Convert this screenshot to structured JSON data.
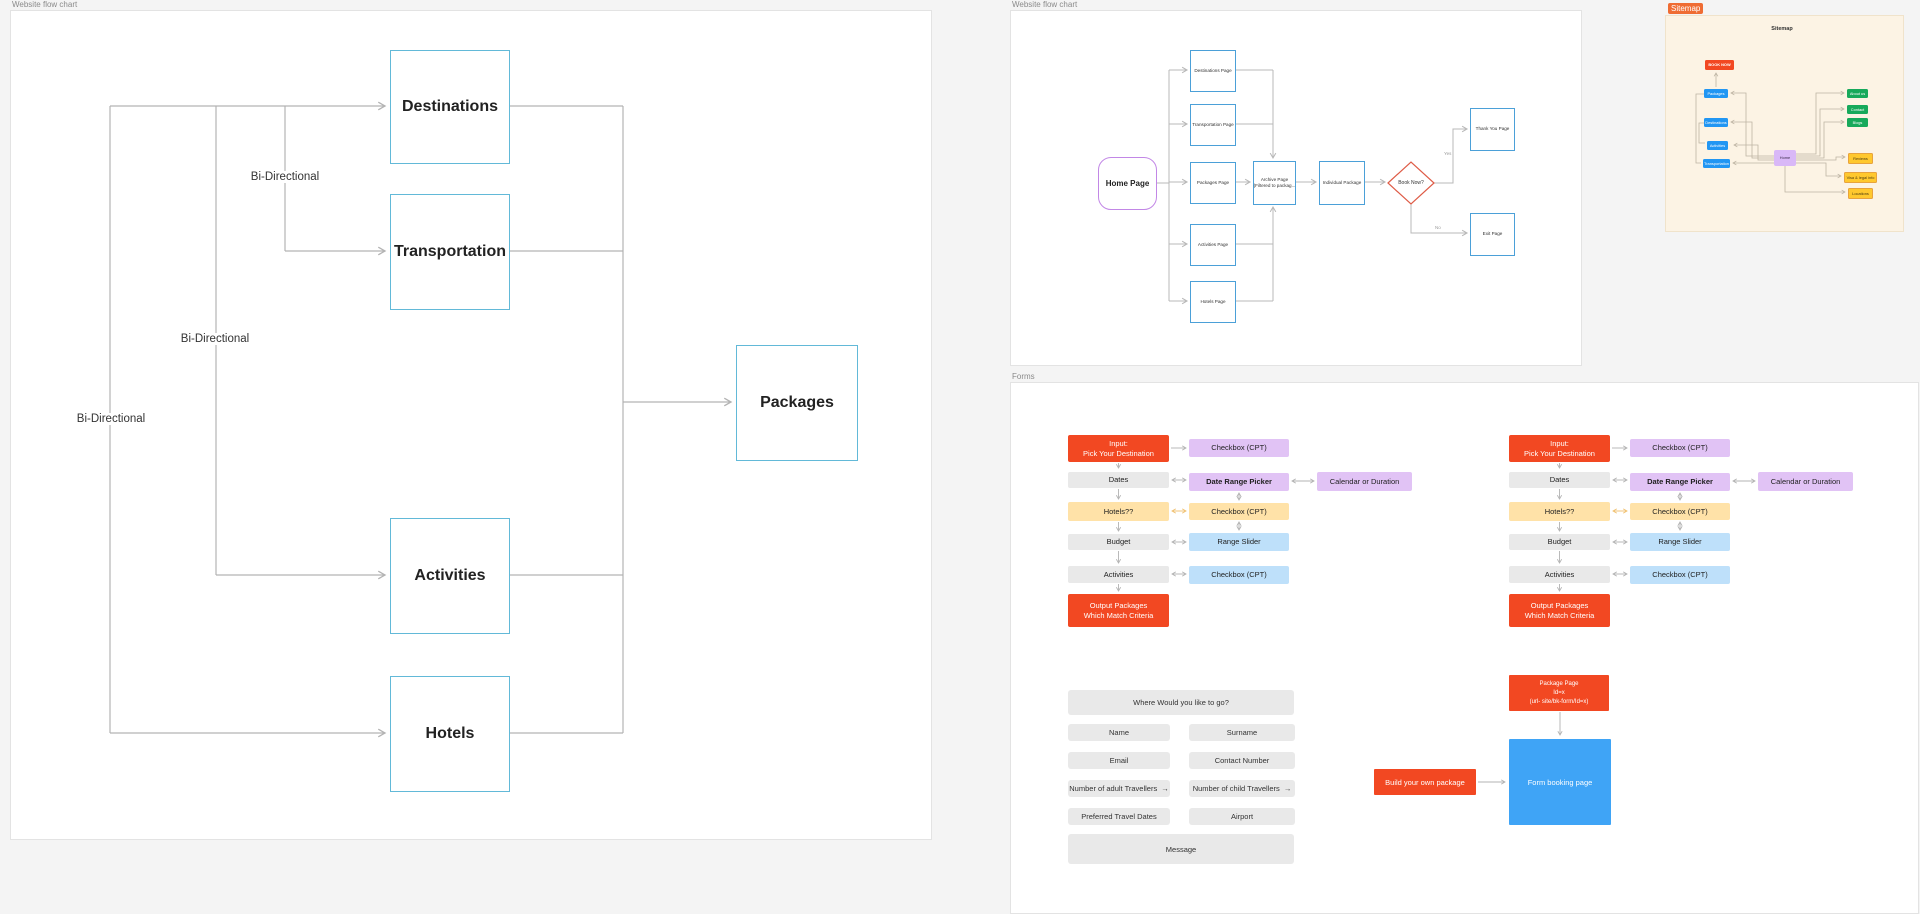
{
  "frame_labels": {
    "left": "Website flow chart",
    "flowchart": "Website flow chart",
    "sitemap": "Sitemap",
    "forms": "Forms"
  },
  "left_diagram": {
    "destinations": "Destinations",
    "transportation": "Transportation",
    "packages": "Packages",
    "activities": "Activities",
    "hotels": "Hotels",
    "edge_label_1": "Bi-Directional",
    "edge_label_2": "Bi-Directional",
    "edge_label_3": "Bi-Directional"
  },
  "flowchart": {
    "home": "Home Page",
    "pages": [
      "Destinations Page",
      "Transportation Page",
      "Packages Page",
      "Activities Page",
      "Hotels Page"
    ],
    "archive_line1": "Archive Page",
    "archive_line2": "(Filtered to packag...",
    "individual": "Individual Package",
    "decision": "Book Now?",
    "thank_you": "Thank You Page",
    "exit": "Exit Page",
    "yes": "Yes",
    "no": "No"
  },
  "sitemap": {
    "title": "Sitemap",
    "book_now": "BOOK NOW",
    "blue": [
      "Packages",
      "Destinations",
      "Activities",
      "Transportation"
    ],
    "home": "Home",
    "green": [
      "About us",
      "Contact",
      "Blogs"
    ],
    "yellow": [
      "Reviews",
      "Visa & legal info",
      "Locations"
    ]
  },
  "flows": {
    "input_line1": "Input:",
    "input_line2": "Pick Your Destination",
    "dates": "Dates",
    "hotels": "Hotels??",
    "budget": "Budget",
    "activities": "Activities",
    "output_line1": "Output Packages",
    "output_line2": "Which Match Criteria",
    "checkbox": "Checkbox (CPT)",
    "date_range_picker": "Date Range Picker",
    "range_slider": "Range Slider",
    "calendar": "Calendar or Duration"
  },
  "form": {
    "where": "Where Would you like to go?",
    "name": "Name",
    "surname": "Surname",
    "email": "Email",
    "contact": "Contact Number",
    "adults": "Number of adult Travellers",
    "children": "Number of child Travellers",
    "arrow": "→",
    "travel_dates": "Preferred Travel Dates",
    "airport": "Airport",
    "message": "Message"
  },
  "booking": {
    "package_line1": "Package Page",
    "package_line2": "Id=x",
    "package_line3": "(url- site/bk-form/Id=x)",
    "build": "Build your own package",
    "form_page": "Form booking page"
  },
  "colors": {
    "accent_red": "#f24822",
    "accent_blue": "#3fa4f6",
    "sitemap_blue": "#2196f3",
    "sitemap_green": "#17a95b",
    "sitemap_yellow": "#ffc82e",
    "purple_light": "#e1c3f5",
    "yellow_light": "#ffe2a8",
    "blue_light": "#bee0fa",
    "node_border_blue": "#62b9d8",
    "home_border_purple": "#c287e6",
    "decision_border_red": "#de5b46",
    "connector_gray": "#b3b3b3",
    "sitemap_bg": "#fcf3e4"
  }
}
